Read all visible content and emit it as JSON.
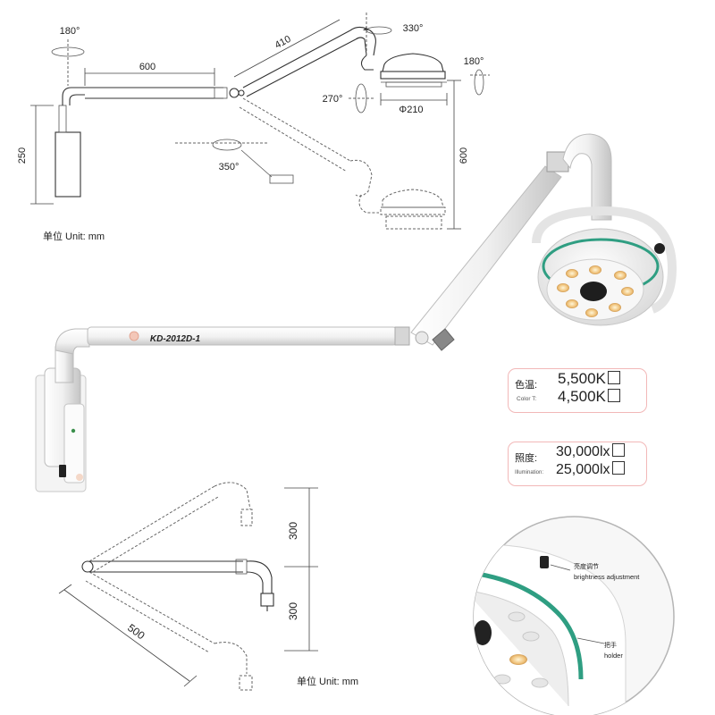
{
  "top_diagram": {
    "rot_arm": "180°",
    "len_horizontal": "600",
    "len_upper": "410",
    "rot_head_axis": "330°",
    "rot_head_tilt": "180°",
    "rot_270": "270°",
    "diameter": "Φ210",
    "height_wall": "250",
    "height_drop": "600",
    "rot_350": "350°",
    "unit": "单位 Unit:  mm"
  },
  "product": {
    "model": "KD-2012D-1"
  },
  "spec_color": {
    "zh": "色温:",
    "en": "Color T:",
    "opt1": "5,500K",
    "opt2": "4,500K"
  },
  "spec_illum": {
    "zh": "照度:",
    "en": "Illumination:",
    "opt1": "30,000lx",
    "opt2": "25,000lx"
  },
  "bottom_diagram": {
    "up_range": "300",
    "down_range": "300",
    "arm_length": "500",
    "unit": "单位 Unit:  mm"
  },
  "detail": {
    "brightness_zh": "亮度调节",
    "brightness_en": "brightness adjustment",
    "holder_zh": "把手",
    "holder_en": "holder"
  }
}
